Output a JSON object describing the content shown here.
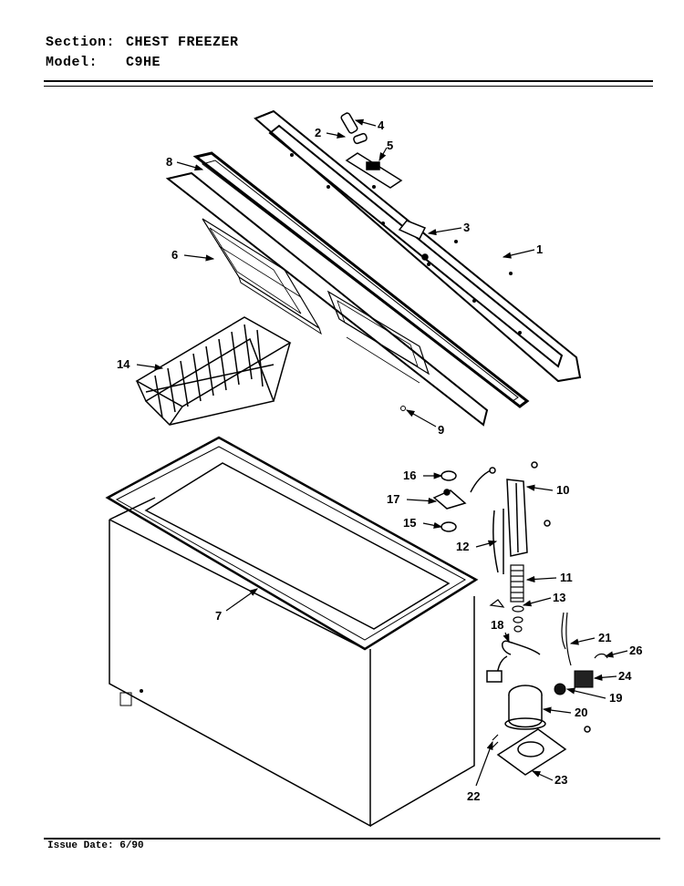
{
  "header": {
    "section_label": "Section:",
    "section_value": "CHEST FREEZER",
    "model_label": "Model:",
    "model_value": "C9HE"
  },
  "footer": {
    "issue_date": "Issue Date: 6/90"
  },
  "callouts": {
    "c1": "1",
    "c2": "2",
    "c3": "3",
    "c4": "4",
    "c5": "5",
    "c6": "6",
    "c7": "7",
    "c8": "8",
    "c9": "9",
    "c10": "10",
    "c11": "11",
    "c12": "12",
    "c13": "13",
    "c14": "14",
    "c15": "15",
    "c16": "16",
    "c17": "17",
    "c18": "18",
    "c19": "19",
    "c20": "20",
    "c21": "21",
    "c22": "22",
    "c23": "23",
    "c24": "24",
    "c26": "26"
  }
}
